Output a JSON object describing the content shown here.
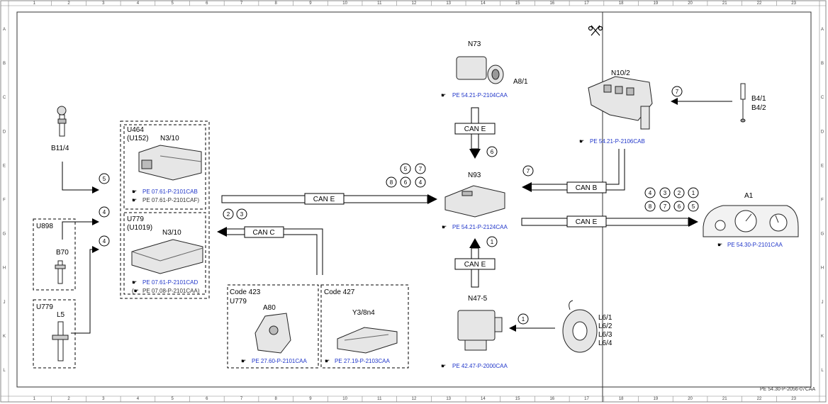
{
  "grid": {
    "cols": [
      "1",
      "2",
      "3",
      "4",
      "5",
      "6",
      "7",
      "8",
      "9",
      "10",
      "11",
      "12",
      "13",
      "14",
      "15",
      "16",
      "17",
      "18",
      "19",
      "20",
      "21",
      "22",
      "23"
    ],
    "rows": [
      "A",
      "B",
      "C",
      "D",
      "E",
      "F",
      "G",
      "H",
      "J",
      "K",
      "L"
    ]
  },
  "components": {
    "b11_4": "B11/4",
    "u464": "U464",
    "u152": "(U152)",
    "n3_10_top": "N3/10",
    "u779_mid": "U779",
    "u1019": "(U1019)",
    "n3_10_bot": "N3/10",
    "u898": "U898",
    "b70": "B70",
    "u779_left": "U779",
    "l5": "L5",
    "code423": "Code 423",
    "u779_code": "U779",
    "a80": "A80",
    "code427": "Code 427",
    "y3_8n4": "Y3/8n4",
    "n73": "N73",
    "a8_1": "A8/1",
    "n93": "N93",
    "n47_5": "N47-5",
    "n10_2": "N10/2",
    "b4_1": "B4/1",
    "b4_2": "B4/2",
    "a1": "A1",
    "l6_1": "L6/1",
    "l6_2": "L6/2",
    "l6_3": "L6/3",
    "l6_4": "L6/4"
  },
  "refs": {
    "n3_10_a": "PE 07.61-P-2101CAB",
    "n3_10_b": "PE 07.61-P-2101CAF)",
    "n3_10_c": "PE 07.61-P-2101CAD",
    "n3_10_d": "PE 07.08-P-2101CAA)",
    "a80": "PE 27.60-P-2101CAA",
    "y3_8n4": "PE 27.19-P-2103CAA",
    "n73": "PE 54.21-P-2104CAA",
    "n93": "PE 54.21-P-2124CAA",
    "n47_5": "PE 42.47-P-2000CAA",
    "n10_2": "PE 54.21-P-2106CAB",
    "a1": "PE 54.30-P-2101CAA"
  },
  "buses": {
    "can_e_main": "CAN E",
    "can_c": "CAN C",
    "can_e_top": "CAN E",
    "can_e_bottom": "CAN E",
    "can_b": "CAN B",
    "can_e_right": "CAN E"
  },
  "bubbles": {
    "b11_4_arrow": "5",
    "b70_arrow": "4",
    "l5_arrow": "4",
    "can_c_2": "2",
    "can_c_3": "3",
    "n73_arrow": "6",
    "n47_arrow": "1",
    "l6_arrow": "1",
    "b4_arrow": "7",
    "can_b_arrow": "7",
    "n93_in_5": "5",
    "n93_in_7": "7",
    "n93_in_8": "8",
    "n93_in_6": "6",
    "n93_in_4": "4",
    "a1_4": "4",
    "a1_3": "3",
    "a1_2": "2",
    "a1_1": "1",
    "a1_8": "8",
    "a1_7": "7",
    "a1_6": "6",
    "a1_5": "5"
  },
  "footer": "PE 54.30-P-2056-07CAA",
  "colors": {
    "link": "#1f35c9",
    "line": "#000000",
    "frame": "#333333"
  }
}
